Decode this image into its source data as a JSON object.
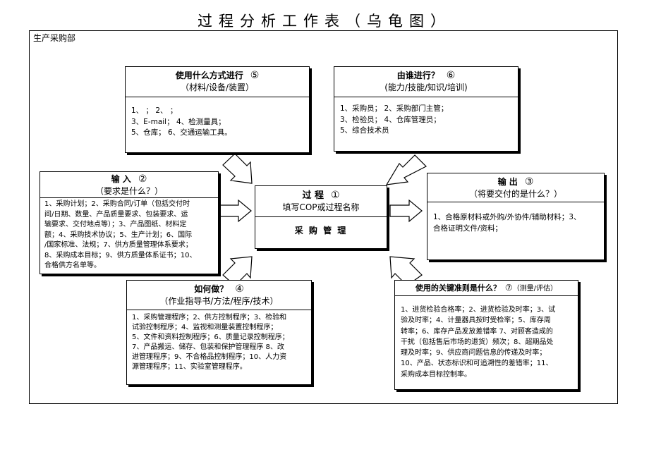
{
  "title": "过程分析工作表（乌龟图）",
  "department": "生产采购部",
  "process": {
    "label": "过 程",
    "num": "①",
    "subtitle": "填写COP或过程名称",
    "name": "采 购 管 理"
  },
  "with_what": {
    "label": "使用什么方式进行",
    "num": "⑤",
    "subtitle": "（材料/设备/装置）",
    "lines": [
      "1、    ；      2、    ；",
      "3、E-mail；     4、检测量具；",
      "5、仓库；      6、交通运输工具。"
    ]
  },
  "with_who": {
    "label": "由谁进行？",
    "num": "⑥",
    "subtitle": "(能力/技能/知识/培训)",
    "lines": [
      "1、采购员；     2、采购部门主管；",
      "3、检验员；     4、仓库管理员；",
      "5、综合技术员"
    ]
  },
  "input": {
    "label": "输  入",
    "num": "②",
    "subtitle": "（要求是什么？）",
    "lines": [
      "1、采购计划；2、采购合同/订单（包括交付时",
      "间/日期、数量、产品质量要求、包装要求、运",
      "输要求、交付地点等）；3、产品图纸、材料定",
      "额；4、采购技术协议；5、生产计划；6、国际",
      "/国家标准、法规；7、供方质量管理体系要求；",
      "8、采购成本目标；9、供方质量体系证书；10、",
      "合格供方名单等。"
    ]
  },
  "output": {
    "label": "输  出",
    "num": "③",
    "subtitle": "（将要交付的是什么？）",
    "lines": [
      "1、合格原材料或外购/外协件/辅助材料；3、",
      "合格证明文件/资料；"
    ]
  },
  "how": {
    "label": "如何做？",
    "num": "④",
    "subtitle": "（作业指导书/方法/程序/技术）",
    "lines": [
      "1、采购管理程序；2、供方控制程序；3、检验和",
      "试验控制程序；4、监视和测量装置控制程序；",
      "5、文件和资料控制程序；6、质量记录控制程序；",
      "7、产品搬运、储存、包装和保护管理程序 8、改",
      "进管理程序；9、不合格品控制程序；10、人力资",
      "源管理程序；11、实验室管理程序。"
    ]
  },
  "criteria": {
    "label": "使用的关键准则是什么？",
    "num": "⑦",
    "subtitle": "（测量/评估）",
    "lines": [
      "1、进货检验合格率；2、进货检验及时率；3、试",
      "验及时率；4、计量器具按时受检率；5、库存周",
      "转率；6、库存产品发放差错率 7、对顾客造成的",
      "干扰（包括售后市场的退货）频次；8、超期品处",
      "理及时率；9、供应商问题信息的传递及时率；",
      "10、产品、状态标识和可追溯性的差错率；11、",
      "采购成本目标控制率。"
    ]
  }
}
